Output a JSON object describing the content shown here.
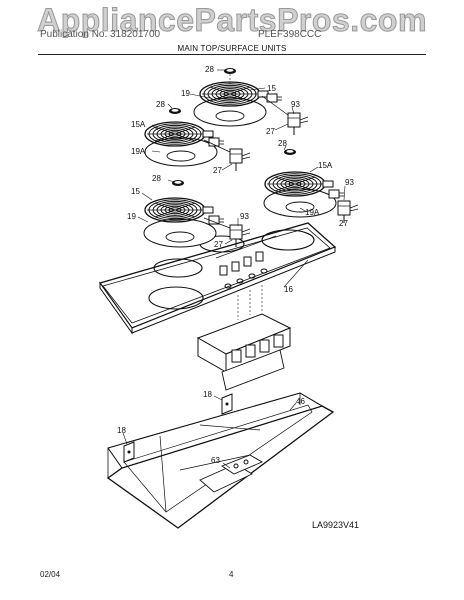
{
  "watermark": "AppliancePartsPros.com",
  "header": {
    "left": "Publication No. 318201700",
    "right": "PLEF398CCC"
  },
  "section_title": "MAIN TOP/SURFACE UNITS",
  "figure_id": "LA9923V41",
  "footer": {
    "date": "02/04",
    "page": "4"
  },
  "callouts": [
    "28",
    "19",
    "15",
    "93",
    "28",
    "27",
    "15A",
    "28",
    "19A",
    "27",
    "15A",
    "28",
    "93",
    "15",
    "19",
    "27",
    "19A",
    "93",
    "27",
    "16",
    "18",
    "46",
    "18",
    "63"
  ]
}
